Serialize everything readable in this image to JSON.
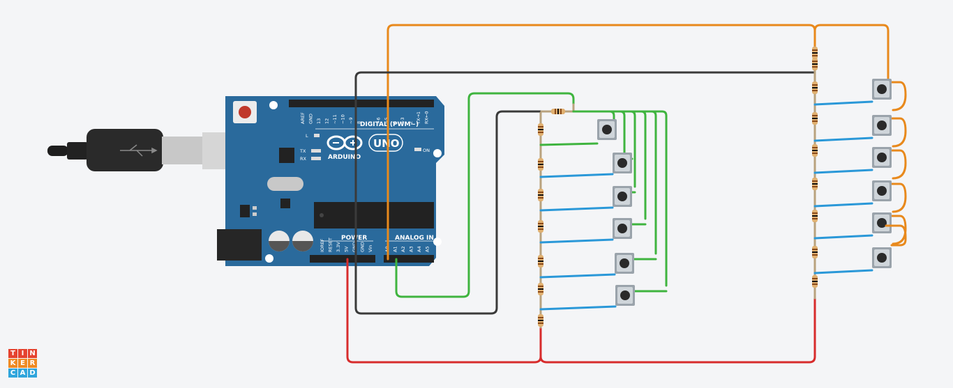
{
  "board": {
    "name": "ARDUINO",
    "model": "UNO",
    "digital_label": "DIGITAL (PWM~)",
    "power_label": "POWER",
    "analog_label": "ANALOG IN",
    "led_labels": [
      "L",
      "TX",
      "RX"
    ],
    "on_label": "ON",
    "digital_pins": [
      "AREF",
      "GND",
      "13",
      "12",
      "~11",
      "~10",
      "~9",
      "8",
      "7",
      "~6",
      "~5",
      "4",
      "~3",
      "2",
      "TX→1",
      "RX←0"
    ],
    "power_pins": [
      "IOREF",
      "RESET",
      "3.3V",
      "5V",
      "GND",
      "GND",
      "Vin"
    ],
    "analog_pins": [
      "A0",
      "A1",
      "A2",
      "A3",
      "A4",
      "A5"
    ]
  },
  "colors": {
    "board": "#2a6a9c",
    "wire_orange": "#e8891c",
    "wire_black": "#3a3a3a",
    "wire_green": "#3fb43f",
    "wire_blue": "#2a98d8",
    "wire_red": "#d72c2c",
    "background": "#f4f5f7"
  },
  "logo": {
    "letters": [
      "T",
      "I",
      "N",
      "K",
      "E",
      "R",
      "C",
      "A",
      "D"
    ],
    "colors": [
      "#e5432f",
      "#e5432f",
      "#e5432f",
      "#f08a24",
      "#f08a24",
      "#f08a24",
      "#2fa5dc",
      "#2fa5dc",
      "#2fa5dc"
    ]
  },
  "circuit": {
    "left_ladder_buttons": 6,
    "right_ladder_buttons": 6
  }
}
